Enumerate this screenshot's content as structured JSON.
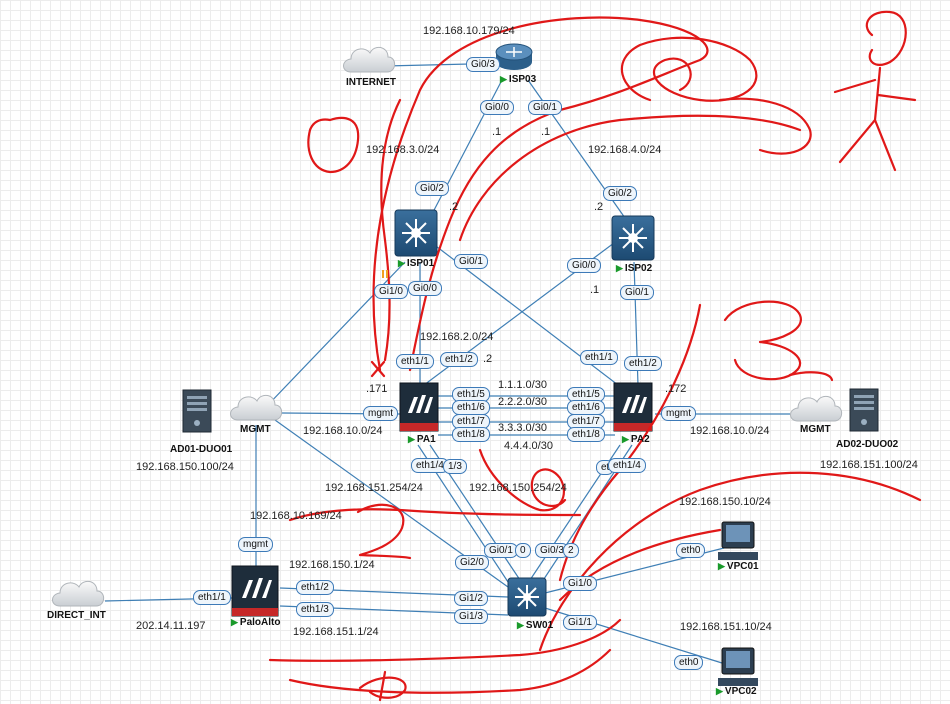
{
  "nodes": {
    "isp03": "ISP03",
    "isp01": "ISP01",
    "isp02": "ISP02",
    "pa1": "PA1",
    "pa2": "PA2",
    "sw01": "SW01",
    "paloalto": "PaloAlto",
    "internet": "INTERNET",
    "mgmt_left": "MGMT",
    "mgmt_right": "MGMT",
    "direct_int": "DIRECT_INT",
    "ad01": "AD01-DUO01",
    "ad02": "AD02-DUO02",
    "vpc01": "VPC01",
    "vpc02": "VPC02"
  },
  "ports": {
    "isp03_gi03": "Gi0/3",
    "isp03_gi00": "Gi0/0",
    "isp03_gi01": "Gi0/1",
    "isp01_gi02": "Gi0/2",
    "isp01_gi01": "Gi0/1",
    "isp01_gi10": "Gi1/0",
    "isp01_gi00": "Gi0/0",
    "isp02_gi02": "Gi0/2",
    "isp02_gi00": "Gi0/0",
    "isp02_gi01": "Gi0/1",
    "pa1_eth11": "eth1/1",
    "pa1_eth12": "eth1/2",
    "pa1_eth15": "eth1/5",
    "pa1_eth16": "eth1/6",
    "pa1_eth17": "eth1/7",
    "pa1_eth18": "eth1/8",
    "pa1_mgmt": "mgmt",
    "pa1_eth14": "eth1/4",
    "pa1_eth13": "1/3",
    "pa2_eth11": "eth1/1",
    "pa2_eth12": "eth1/2",
    "pa2_eth15": "eth1/5",
    "pa2_eth16": "eth1/6",
    "pa2_eth17": "eth1/7",
    "pa2_eth18": "eth1/8",
    "pa2_mgmt": "mgmt",
    "pa2_eth13": "et",
    "pa2_eth14": "eth1/4",
    "sw01_gi01": "Gi0/1",
    "sw01_gi00": "0",
    "sw01_gi03": "Gi0/3",
    "sw01_gi02": "2",
    "sw01_gi20": "Gi2/0",
    "sw01_gi10": "Gi1/0",
    "sw01_gi12": "Gi1/2",
    "sw01_gi13": "Gi1/3",
    "sw01_gi11": "Gi1/1",
    "palo_mgmt": "mgmt",
    "palo_eth11": "eth1/1",
    "palo_eth12": "eth1/2",
    "palo_eth13": "eth1/3",
    "vpc01_eth0": "eth0",
    "vpc02_eth0": "eth0"
  },
  "labels": {
    "isp03_ip": "192.168.10.179/24",
    "net_3": "192.168.3.0/24",
    "net_4": "192.168.4.0/24",
    "dot1_a": ".1",
    "dot1_b": ".1",
    "dot2_a": ".2",
    "dot2_b": ".2",
    "dot1_c": ".1",
    "net_2": "192.168.2.0/24",
    "dot2_c": ".2",
    "dot171": ".171",
    "dot172": ".172",
    "link_1": "1.1.1.0/30",
    "link_2": "2.2.2.0/30",
    "link_3": "3.3.3.0/30",
    "link_4": "4.4.4.0/30",
    "mgmt_net_left": "192.168.10.0/24",
    "mgmt_net_right": "192.168.10.0/24",
    "ad01_ip": "192.168.150.100/24",
    "ad02_ip": "192.168.151.100/24",
    "sw_151_254": "192.168.151.254/24",
    "sw_150_254": "192.168.150.254/24",
    "palo_mgmt_ip": "192.168.10.169/24",
    "palo_150_1": "192.168.150.1/24",
    "palo_151_1": "192.168.151.1/24",
    "palo_public": "202.14.11.197",
    "vpc01_ip": "192.168.150.10/24",
    "vpc02_ip": "192.168.151.10/24"
  },
  "colors": {
    "link": "#3f7fb5",
    "annotation": "#e01818",
    "port_border": "#3d7ab8",
    "port_fill": "#eef5fb",
    "run_indicator": "#1a9a2b"
  }
}
